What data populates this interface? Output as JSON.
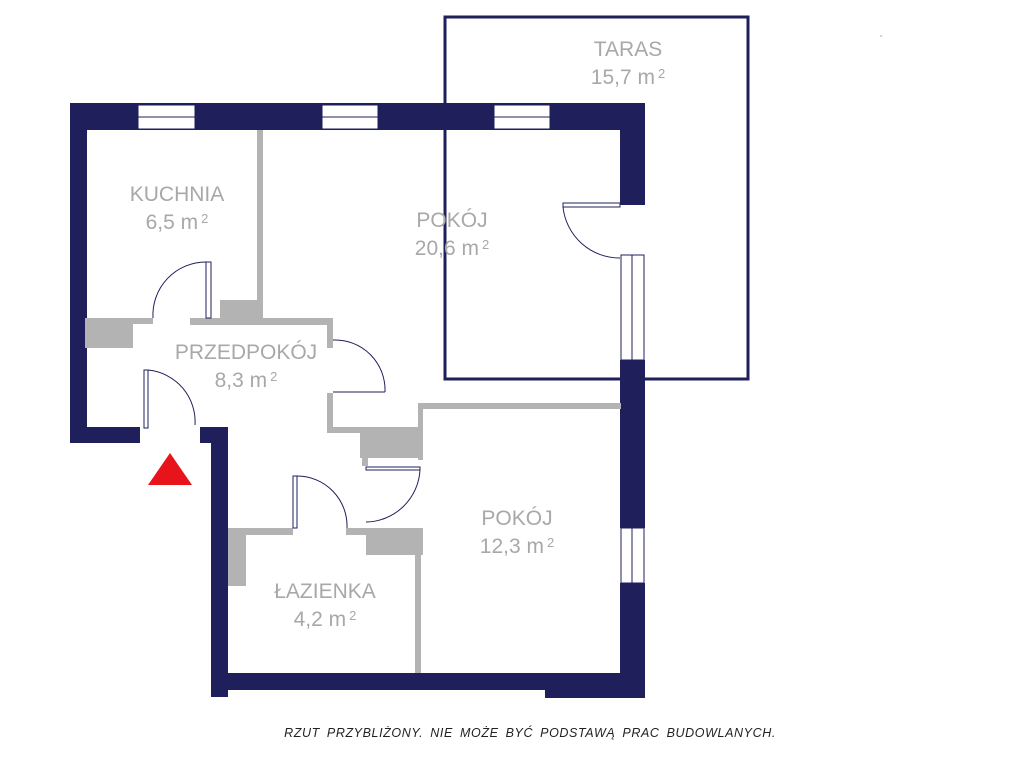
{
  "colors": {
    "wall": "#1f1f5c",
    "partition": "#b3b3b3",
    "label": "#a8a8a8",
    "entrance": "#e8141b"
  },
  "rooms": [
    {
      "name": "TARAS",
      "area": "15,7 m",
      "unit_sup": "2"
    },
    {
      "name": "KUCHNIA",
      "area": "6,5 m",
      "unit_sup": "2"
    },
    {
      "name": "POKÓJ",
      "area": "20,6 m",
      "unit_sup": "2"
    },
    {
      "name": "PRZEDPOKÓJ",
      "area": "8,3 m",
      "unit_sup": "2"
    },
    {
      "name": "POKÓJ",
      "area": "12,3 m",
      "unit_sup": "2"
    },
    {
      "name": "ŁAZIENKA",
      "area": "4,2 m",
      "unit_sup": "2"
    }
  ],
  "entrance_marker": "entrance-triangle-icon",
  "footer_note": "RZUT PRZYBLIŻONY. NIE MOŻE BYĆ PODSTAWĄ PRAC BUDOWLANYCH."
}
